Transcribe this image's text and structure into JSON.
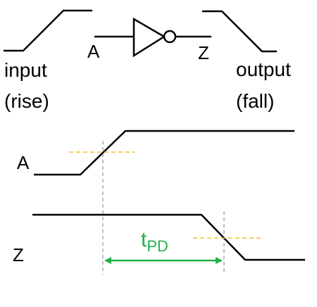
{
  "gate_legend": {
    "input_label": "A",
    "output_label": "Z"
  },
  "input_caption": {
    "line1": "input",
    "line2": "(rise)"
  },
  "output_caption": {
    "line1": "output",
    "line2": "(fall)"
  },
  "timing": {
    "signal_a": "A",
    "signal_z": "Z",
    "delay_label": {
      "main": "t",
      "sub": "PD"
    }
  },
  "colors": {
    "waveform": "#000000",
    "threshold": "#f0b400",
    "marker": "#808080",
    "delay": "#22b14c"
  }
}
